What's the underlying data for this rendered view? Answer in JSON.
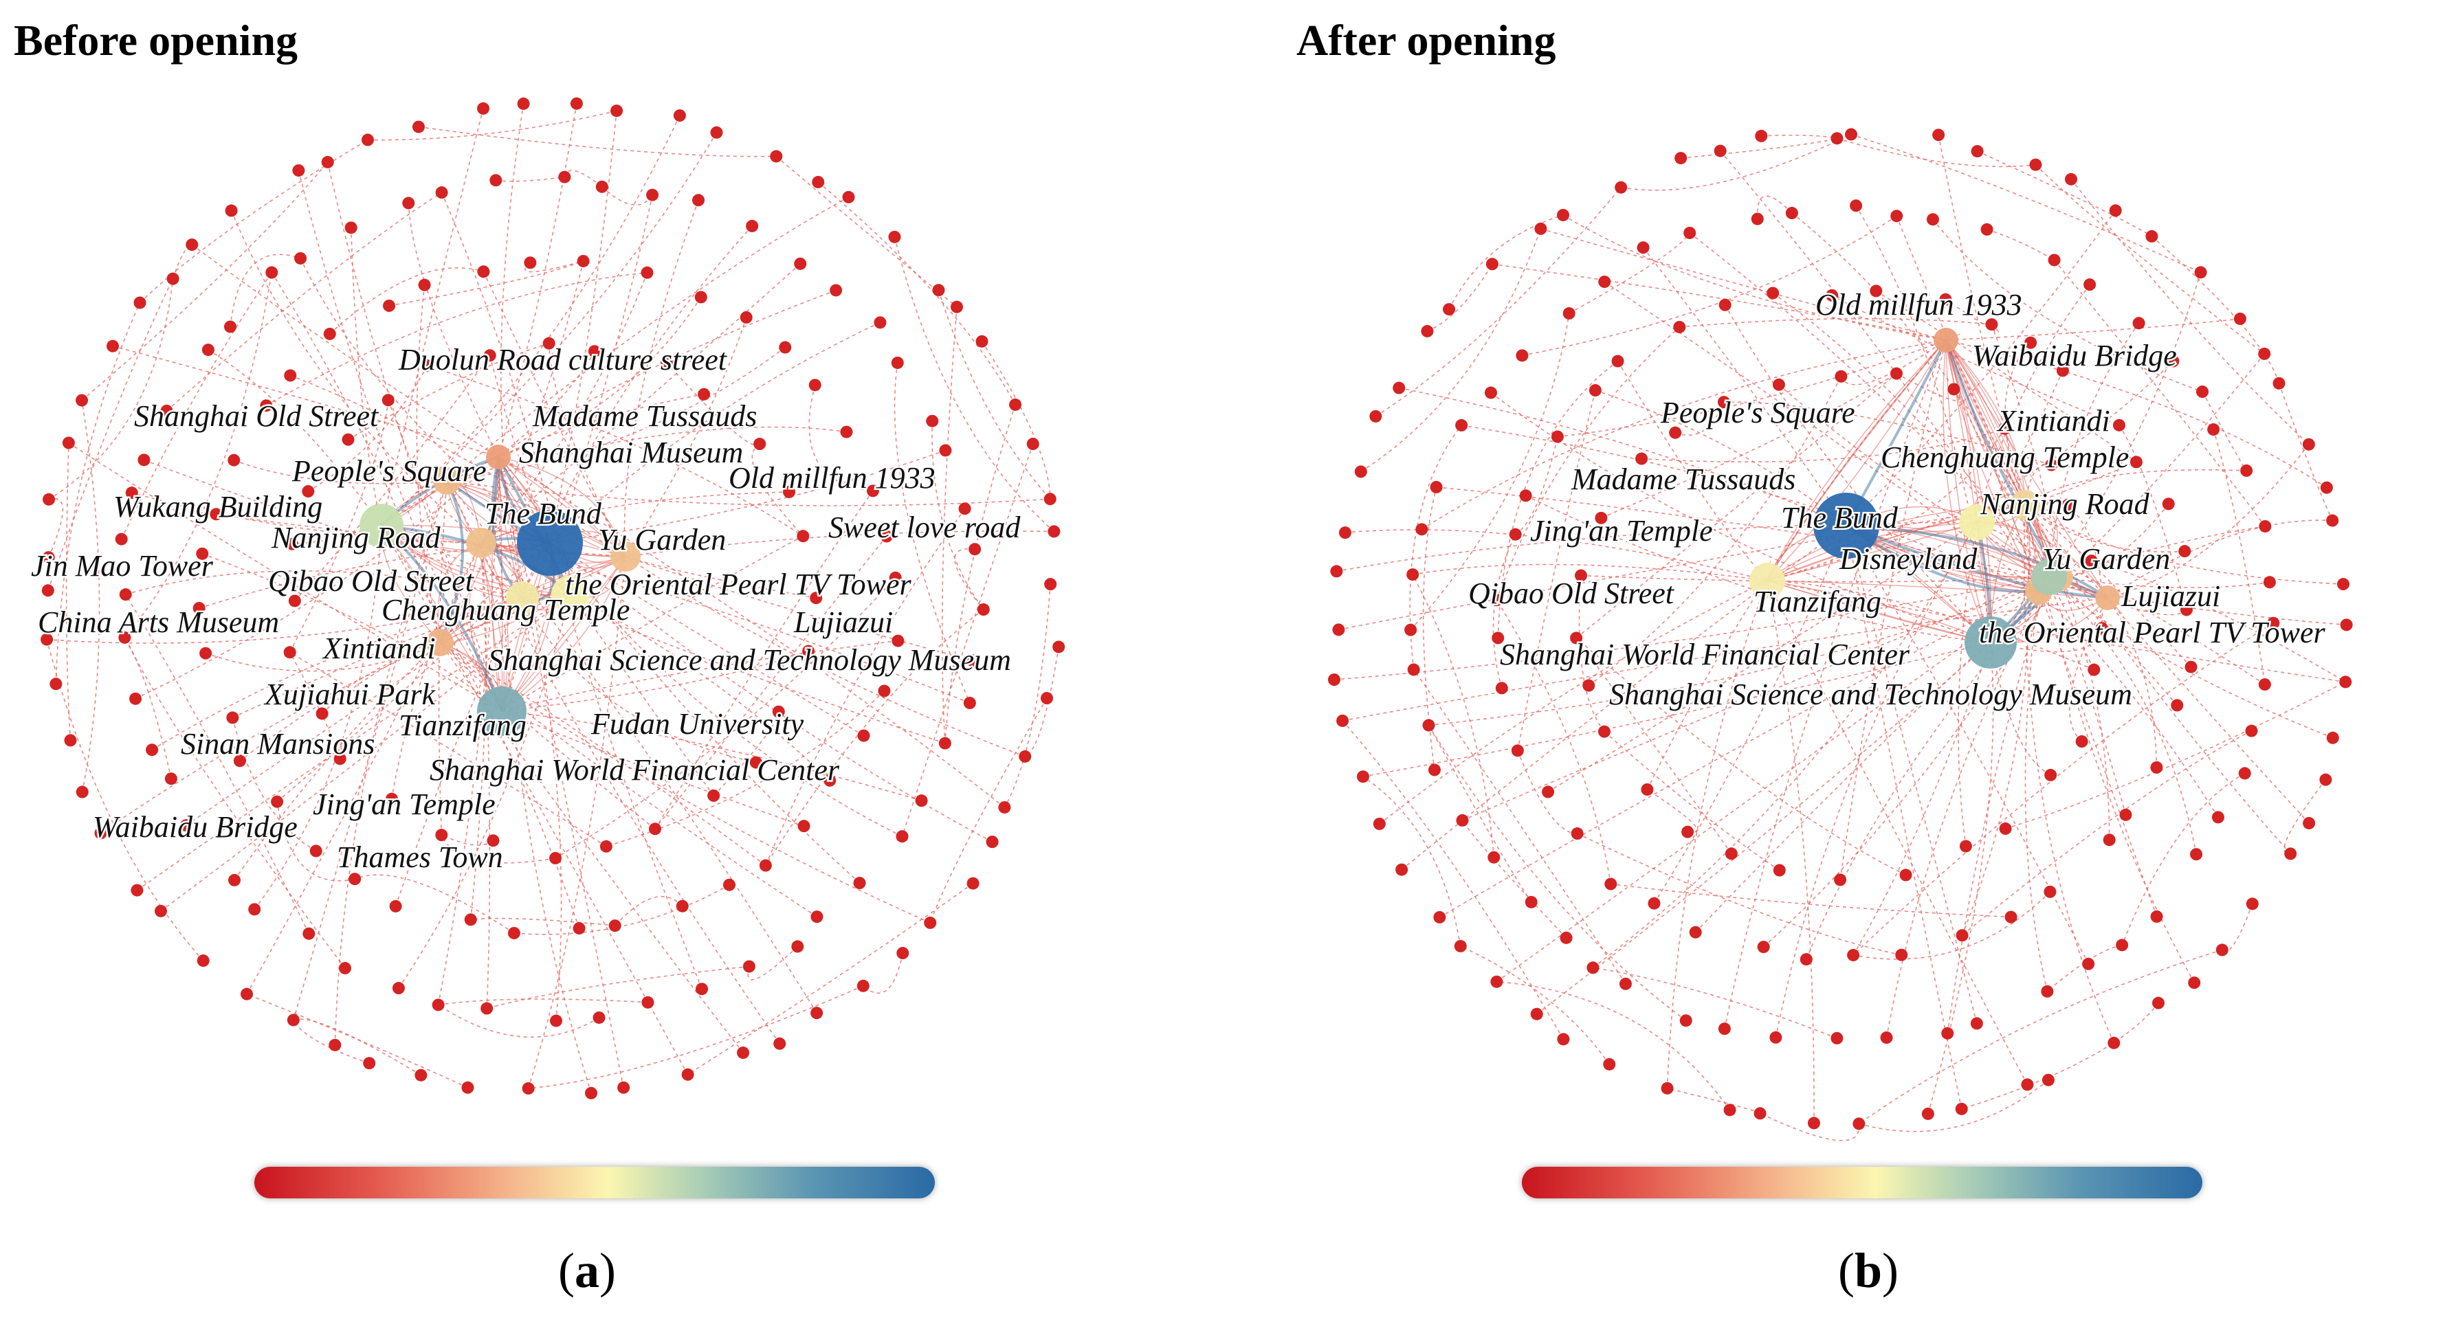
{
  "figure": {
    "panels": [
      {
        "id": "a",
        "title": "Before opening",
        "sublabel_open": "(",
        "sublabel_letter": "a",
        "sublabel_close": ")",
        "hub_nodes": [
          {
            "label": "The Bund",
            "color": "#2d6cb0",
            "rank": 1
          },
          {
            "label": "Tianzifang",
            "color": "#7fadb5",
            "rank": 2
          },
          {
            "label": "Wukang Building",
            "color": "#c6dfae",
            "rank": 3
          },
          {
            "label": "the Oriental Pearl TV Tower",
            "color": "#f3efa9",
            "rank": 3
          },
          {
            "label": "Chenghuang Temple",
            "color": "#f1e7a4",
            "rank": 4
          },
          {
            "label": "Yu Garden",
            "color": "#f0c08d",
            "rank": 4
          },
          {
            "label": "Nanjing Road",
            "color": "#eec08c",
            "rank": 4
          },
          {
            "label": "People's Square",
            "color": "#eeb886",
            "rank": 5
          },
          {
            "label": "Xintiandi",
            "color": "#eeb285",
            "rank": 5
          },
          {
            "label": "Shanghai Museum",
            "color": "#ec9e78",
            "rank": 5
          }
        ],
        "labels": [
          "Duolun Road culture street",
          "Madame Tussauds",
          "Shanghai Old Street",
          "Shanghai Museum",
          "People's Square",
          "Old millfun 1933",
          "Wukang Building",
          "The Bund",
          "Sweet love road",
          "Nanjing Road",
          "Yu Garden",
          "Jin Mao Tower",
          "Qibao Old Street",
          "the Oriental Pearl TV Tower",
          "Chenghuang Temple",
          "China Arts Museum",
          "Lujiazui",
          "Xintiandi",
          "Shanghai Science and Technology Museum",
          "Xujiahui Park",
          "Tianzifang",
          "Fudan University",
          "Sinan Mansions",
          "Shanghai World Financial Center",
          "Jing'an Temple",
          "Waibaidu Bridge",
          "Thames Town"
        ]
      },
      {
        "id": "b",
        "title": "After opening",
        "sublabel_open": "(",
        "sublabel_letter": "b",
        "sublabel_close": ")",
        "hub_nodes": [
          {
            "label": "The Bund",
            "color": "#2d6cb0",
            "rank": 1
          },
          {
            "label": "the Oriental Pearl TV Tower",
            "color": "#7fadb5",
            "rank": 2
          },
          {
            "label": "Disneyland",
            "color": "#a9c9b2",
            "rank": 3
          },
          {
            "label": "Chenghuang Temple",
            "color": "#f3efa9",
            "rank": 3
          },
          {
            "label": "Tianzifang",
            "color": "#f5ebab",
            "rank": 4
          },
          {
            "label": "Nanjing Road",
            "color": "#f0d59a",
            "rank": 4
          },
          {
            "label": "Yu Garden",
            "color": "#eec08c",
            "rank": 4
          },
          {
            "label": "Xintiandi",
            "color": "#eeb886",
            "rank": 5
          },
          {
            "label": "Lujiazui",
            "color": "#eeb285",
            "rank": 5
          },
          {
            "label": "Old millfun 1933",
            "color": "#ec9e78",
            "rank": 5
          }
        ],
        "labels": [
          "Old millfun 1933",
          "Waibaidu Bridge",
          "People's Square",
          "Xintiandi",
          "Chenghuang Temple",
          "Madame Tussauds",
          "Nanjing Road",
          "The Bund",
          "Jing'an Temple",
          "Disneyland",
          "Yu Garden",
          "Lujiazui",
          "Qibao Old Street",
          "Tianzifang",
          "the Oriental Pearl TV Tower",
          "Shanghai World Financial Center",
          "Shanghai Science and Technology Museum"
        ]
      }
    ],
    "colorbar": {
      "stops": [
        "#c8141e",
        "#e45a4e",
        "#f5b88e",
        "#fbf6b0",
        "#a8cdb6",
        "#5b95b3",
        "#2a6aa5"
      ]
    },
    "colors": {
      "peripheral_node": "#d42322",
      "edge": "#e0605a",
      "hub_edge": "#4f7fa8",
      "label_text": "#111111"
    }
  }
}
